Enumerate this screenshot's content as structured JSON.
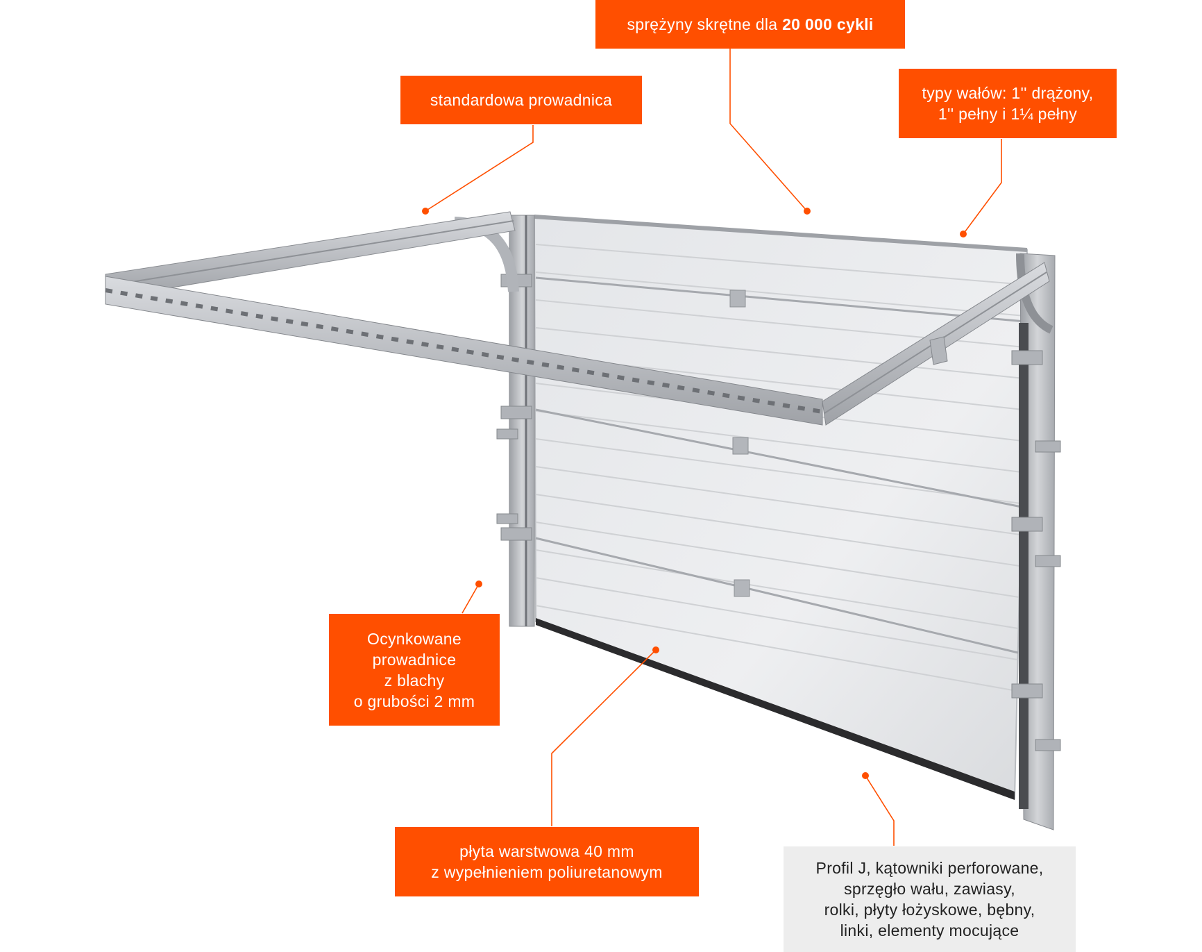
{
  "colors": {
    "accent": "#ff4f00",
    "note_bg": "#ededed",
    "steel": "#c9cbcf",
    "panel": "#e9eaec"
  },
  "callouts": {
    "springs": {
      "text_pre": "sprężyny skrętne dla ",
      "text_bold": "20 000 cykli"
    },
    "standard_track": {
      "text": "standardowa prowadnica"
    },
    "shaft_types": {
      "line1": "typy wałów: 1'' drążony,",
      "line2": "1'' pełny i 1¼ pełny"
    },
    "galvanized_tracks": {
      "line1": "Ocynkowane",
      "line2": "prowadnice",
      "line3": "z blachy",
      "line4": "o grubości 2 mm"
    },
    "sandwich_panel": {
      "line1": "płyta warstwowa 40 mm",
      "line2": "z wypełnieniem poliuretanowym"
    },
    "hardware": {
      "line1": "Profil J, kątowniki perforowane,",
      "line2": "sprzęgło wału, zawiasy,",
      "line3": "rolki, płyty łożyskowe, bębny,",
      "line4": "linki, elementy mocujące"
    }
  }
}
